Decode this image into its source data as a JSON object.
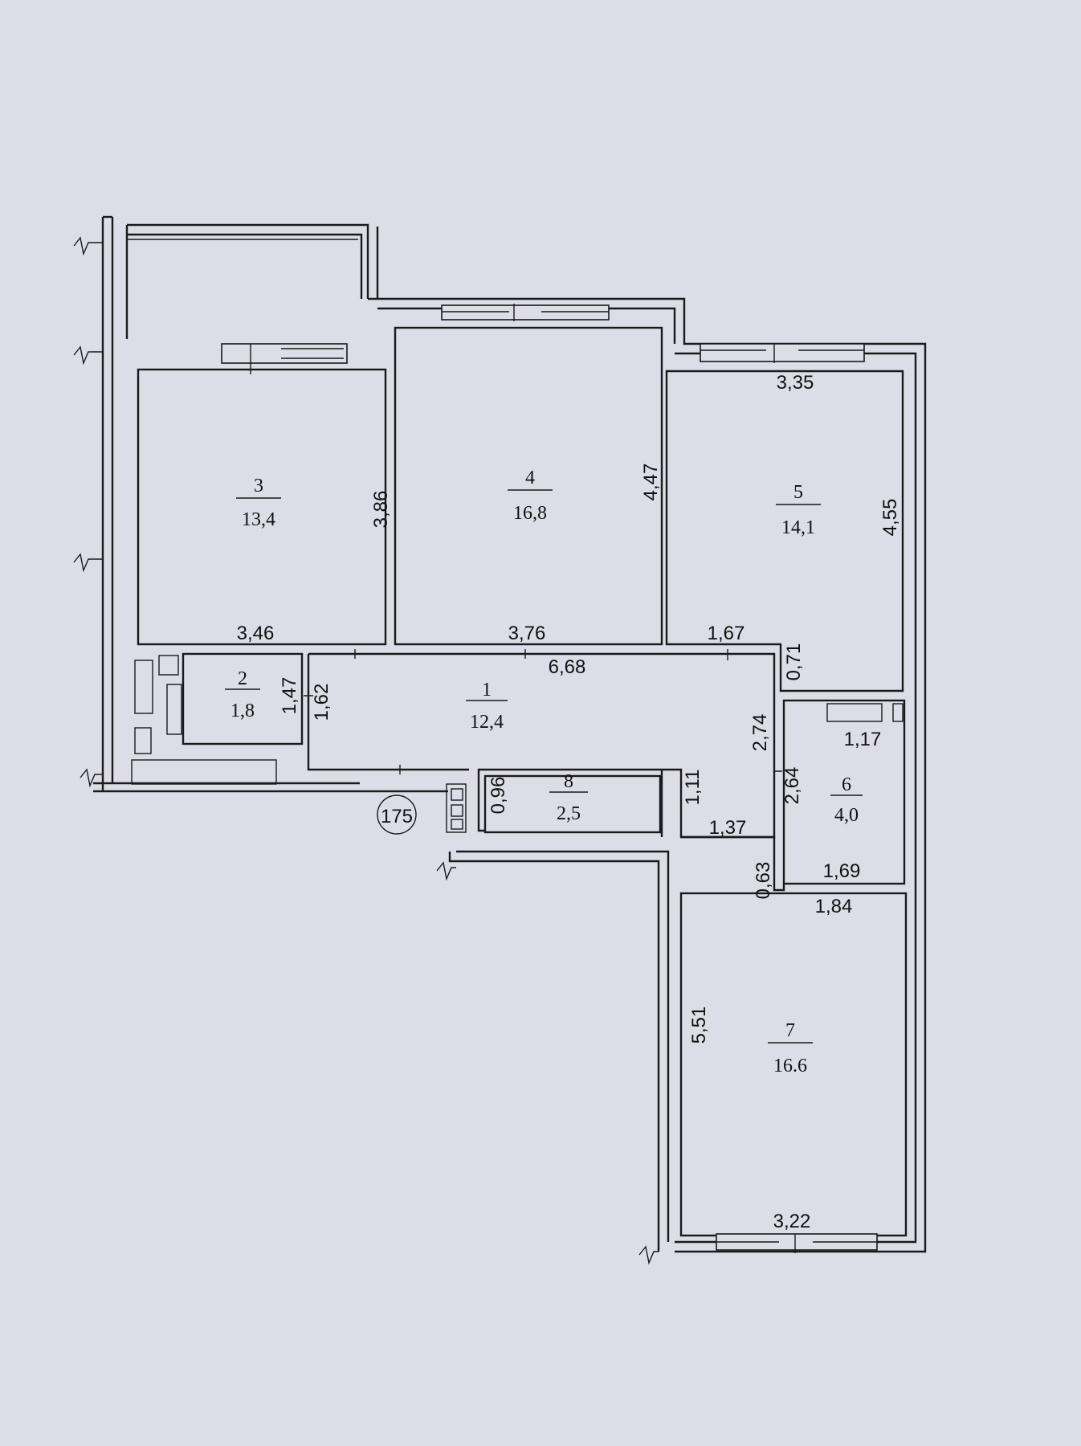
{
  "plan": {
    "stair_label": "175",
    "rooms": [
      {
        "id": "1",
        "num": "1",
        "area": "12,4"
      },
      {
        "id": "2",
        "num": "2",
        "area": "1,8"
      },
      {
        "id": "3",
        "num": "3",
        "area": "13,4"
      },
      {
        "id": "4",
        "num": "4",
        "area": "16,8"
      },
      {
        "id": "5",
        "num": "5",
        "area": "14,1"
      },
      {
        "id": "6",
        "num": "6",
        "area": "4,0"
      },
      {
        "id": "7",
        "num": "7",
        "area": "16.6"
      },
      {
        "id": "8",
        "num": "8",
        "area": "2,5"
      }
    ],
    "dimensions": {
      "r3_width": "3,46",
      "r3_height": "3,86",
      "r4_width": "3,76",
      "r4_height": "4,47",
      "r5_top": "3,35",
      "r5_height": "4,55",
      "r5_bottom": "1,67",
      "r5_step": "0,71",
      "hall_width": "6,68",
      "hall_right": "2,74",
      "r2_height": "1,47",
      "hall_left": "1,62",
      "r8_height": "0,96",
      "r8_right": "1,11",
      "corridor_width": "1,37",
      "r6_top": "1,17",
      "r6_height": "2,64",
      "r6_bottom": "1,69",
      "r7_step": "0,63",
      "r7_top": "1,84",
      "r7_height": "5,51",
      "r7_bottom": "3,22"
    }
  }
}
